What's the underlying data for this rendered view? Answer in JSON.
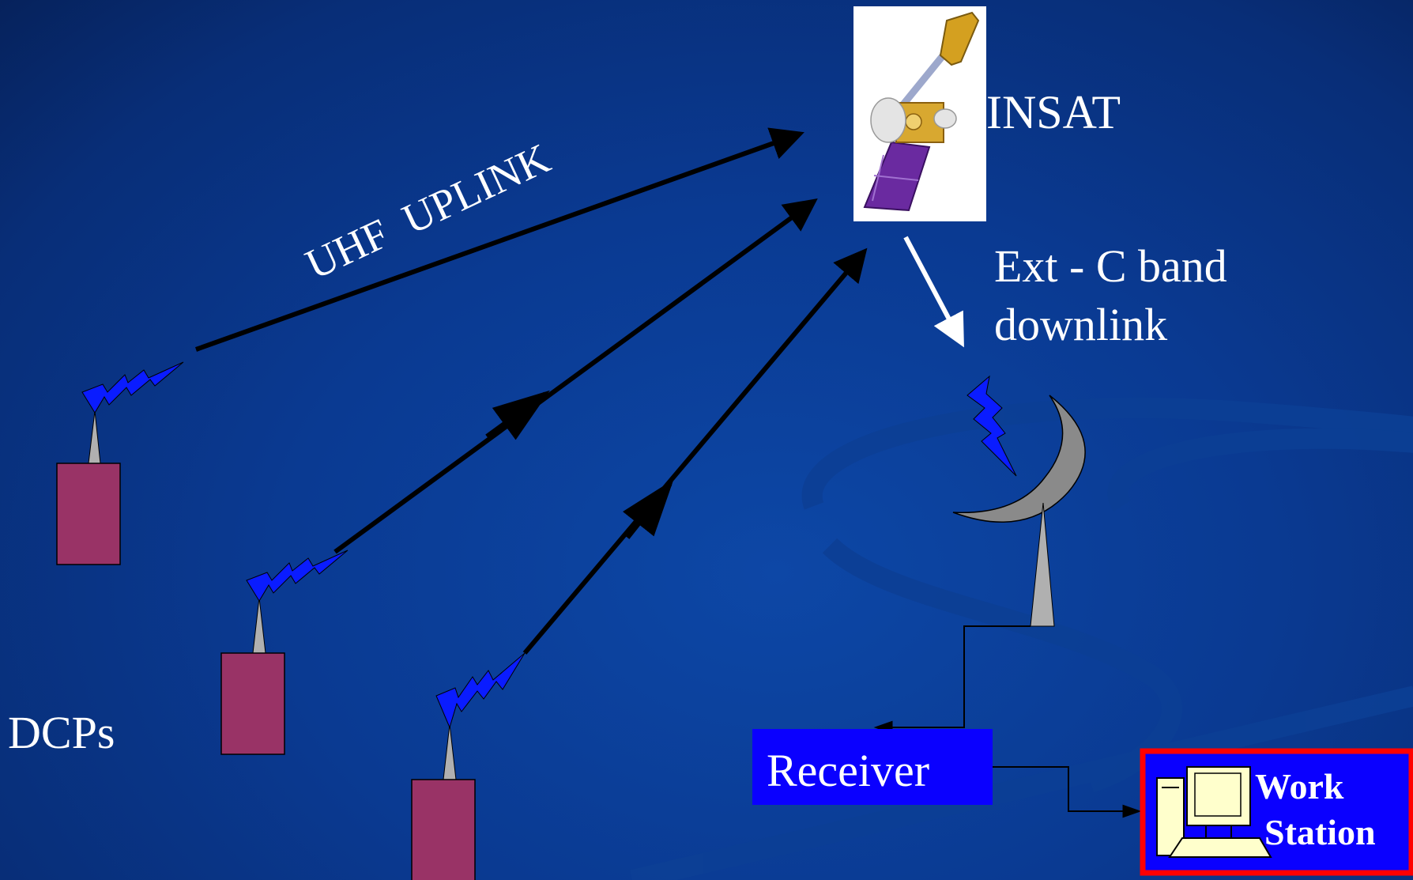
{
  "labels": {
    "satellite": "INSAT",
    "uplink": "UHF  UPLINK",
    "downlink_line1": "Ext - C band",
    "downlink_line2": "downlink",
    "dcps": "DCPs",
    "receiver": "Receiver",
    "workstation_line1": "Work",
    "workstation_line2": "Station"
  },
  "icons": {
    "satellite": "satellite-icon",
    "dish": "satellite-dish-icon",
    "computer": "computer-icon",
    "signal": "lightning-bolt-icon",
    "station": "dcp-station-icon"
  },
  "colors": {
    "background": "#0a3a8c",
    "station": "#993366",
    "bolt": "#0a1cff",
    "mast": "#b0b0b0",
    "dish": "#8a8a8a",
    "receiver_box": "#0a00ff",
    "workstation_border": "#ff0000",
    "workstation_fill": "#0a00ff",
    "computer": "#ffffcc",
    "satellite_panel": "#6a2aa0",
    "satellite_gold": "#d4a020"
  }
}
